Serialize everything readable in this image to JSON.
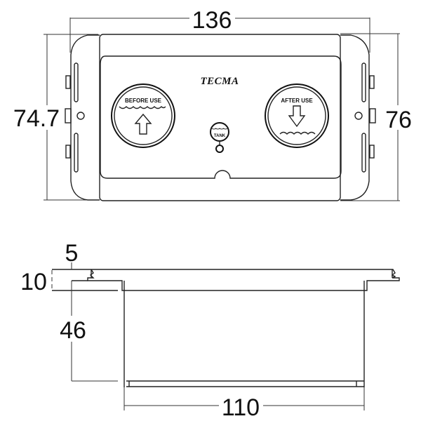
{
  "drawing": {
    "type": "technical dimension drawing",
    "front_view": {
      "brand_logo": "TECMA",
      "left_button": {
        "label": "BEFORE USE",
        "icon": "arrow-up-icon"
      },
      "right_button": {
        "label": "AFTER USE",
        "icon": "arrow-down-icon"
      },
      "indicator": {
        "label": "TANK"
      },
      "dimensions": {
        "overall_width": "136",
        "left_height": "74.7",
        "right_height": "76"
      }
    },
    "side_view": {
      "dimensions": {
        "flange_offset": "5",
        "flange_thickness": "10",
        "body_depth": "46",
        "body_width": "110"
      }
    }
  }
}
